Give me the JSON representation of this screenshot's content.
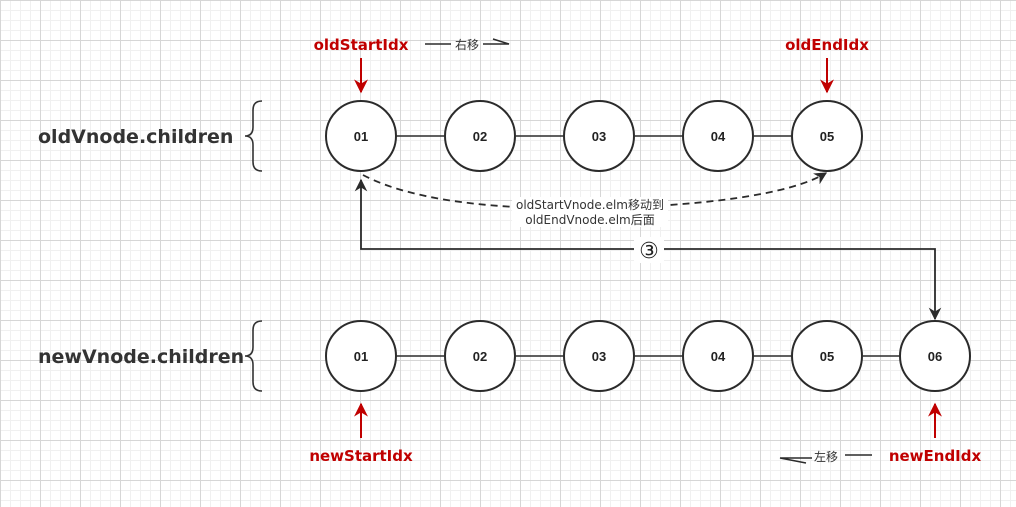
{
  "rows": {
    "old": {
      "label": "oldVnode.children",
      "nodes": [
        "01",
        "02",
        "03",
        "04",
        "05"
      ]
    },
    "new": {
      "label": "newVnode.children",
      "nodes": [
        "01",
        "02",
        "03",
        "04",
        "05",
        "06"
      ]
    }
  },
  "pointers": {
    "old_start": "oldStartIdx",
    "old_end": "oldEndIdx",
    "new_start": "newStartIdx",
    "new_end": "newEndIdx"
  },
  "moves": {
    "right": "右移",
    "left": "左移"
  },
  "move_note": {
    "line1": "oldStartVnode.elm移动到",
    "line2": "oldEndVnode.elm后面"
  },
  "step_marker": "③",
  "colors": {
    "pointer": "#c00000",
    "stroke": "#2b2b2b",
    "text": "#333333"
  }
}
